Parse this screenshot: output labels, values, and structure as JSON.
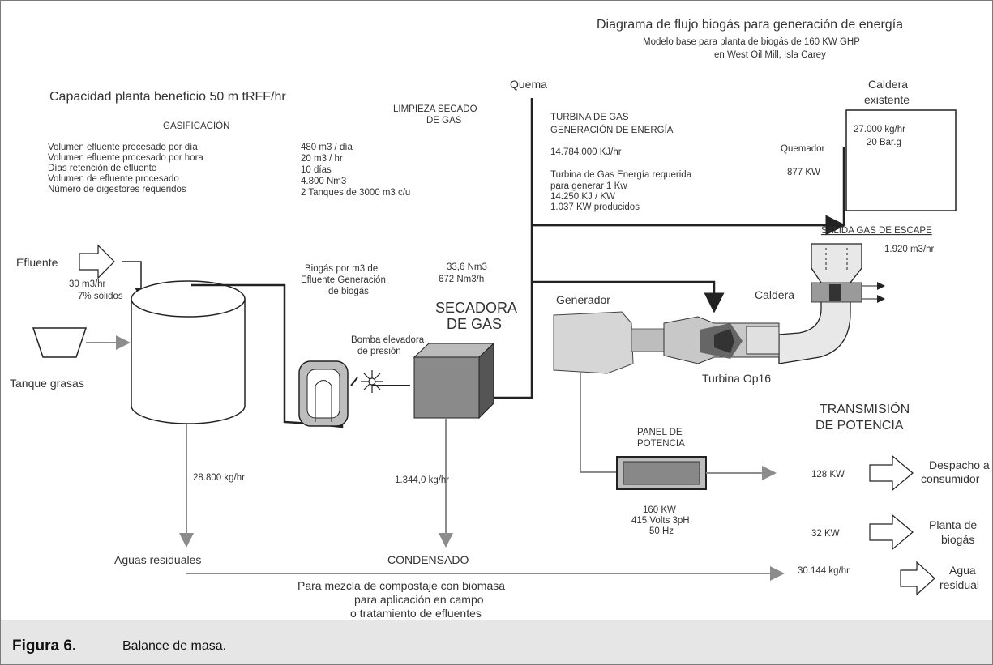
{
  "header": {
    "title": "Diagrama de flujo biogás para generación de energía",
    "subtitle_1": "Modelo base para planta de biogás de 160 KW GHP",
    "subtitle_2": "en West Oil Mill, Isla Carey"
  },
  "capacity": "Capacidad planta beneficio 50 m tRFF/hr",
  "gasificacion": {
    "heading": "GASIFICACIÓN",
    "rows": [
      {
        "label": "Volumen efluente procesado por día",
        "value": "480 m3 / día"
      },
      {
        "label": "Volumen efluente procesado por hora",
        "value": "20 m3 / hr"
      },
      {
        "label": "Días retención de efluente",
        "value": "10 días"
      },
      {
        "label": "Volumen de efluente procesado",
        "value": "4.800 Nm3"
      },
      {
        "label": "Número de digestores requeridos",
        "value": "2 Tanques de 3000 m3 c/u"
      }
    ]
  },
  "limpieza": {
    "line1": "LIMPIEZA SECADO",
    "line2": "DE GAS"
  },
  "quema": "Quema",
  "turbina_gas": {
    "line1": "TURBINA DE GAS",
    "line2": "GENERACIÓN DE ENERGÍA",
    "flow": "14.784.000 KJ/hr",
    "detail": [
      "Turbina de Gas   Energía requerida",
      "para generar 1 Kw",
      "14.250 KJ / KW",
      "1.037 KW producidos"
    ]
  },
  "caldera_existente": {
    "title1": "Caldera",
    "title2": "existente",
    "value1": "27.000 kg/hr",
    "value2": "20 Bar.g"
  },
  "quemador": {
    "label": "Quemador",
    "value": "877 KW"
  },
  "salida_gas": {
    "label": "SALIDA GAS DE ESCAPE",
    "value": "1.920 m3/hr"
  },
  "efluente": {
    "label": "Efluente",
    "flow": "30 m3/hr",
    "solids": "7% sólidos"
  },
  "tanque_grasas": "Tanque grasas",
  "biogas_note": [
    "Biogás por m3 de",
    "Efluente Generación",
    "de biogás"
  ],
  "biogas_values": [
    "33,6 Nm3",
    "672 Nm3/h"
  ],
  "bomba": [
    "Bomba elevadora",
    "de presión"
  ],
  "secadora": [
    "SECADORA",
    "DE GAS"
  ],
  "generador": "Generador",
  "caldera": "Caldera",
  "turbina_op": "Turbina Op16",
  "transmision": [
    "TRANSMISIÓN",
    "DE POTENCIA"
  ],
  "panel": {
    "title1": "PANEL DE",
    "title2": "POTENCIA",
    "specs": [
      "160 KW",
      "415 Volts 3pH",
      "50 Hz"
    ]
  },
  "outputs": [
    {
      "kw": "128 KW",
      "label1": "Despacho a",
      "label2": "consumidor"
    },
    {
      "kw": "32 KW",
      "label1": "Planta de",
      "label2": "biogás"
    },
    {
      "kw": "30.144 kg/hr",
      "label1": "Agua",
      "label2": "residual"
    }
  ],
  "flows": {
    "tank_out": "28.800 kg/hr",
    "dryer_out": "1.344,0 kg/hr"
  },
  "aguas_residuales": "Aguas residuales",
  "condensado": "CONDENSADO",
  "compost": [
    "Para mezcla de compostaje con biomasa",
    "para aplicación en campo",
    "o tratamiento de efluentes"
  ],
  "caption": {
    "label": "Figura 6.",
    "text": "Balance de masa."
  },
  "colors": {
    "caption_bg": "#e6e6e6",
    "line": "#222222",
    "gray_line": "#8c8c8c"
  }
}
